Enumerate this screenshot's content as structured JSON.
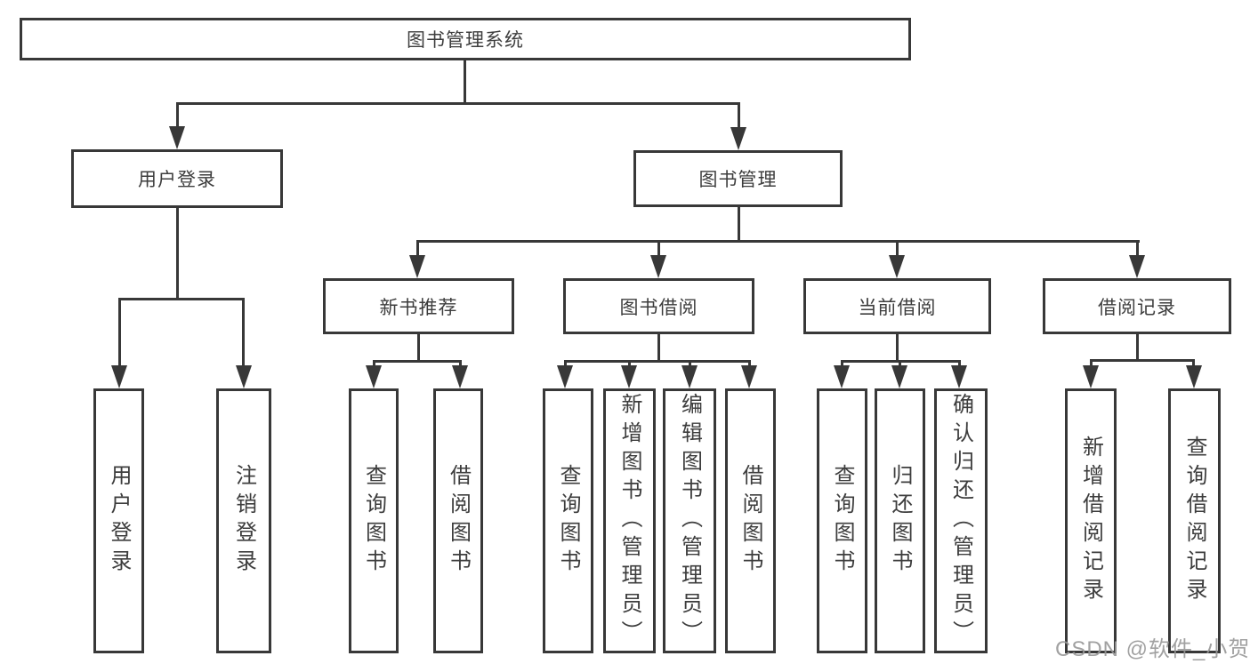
{
  "diagram": {
    "title_node": {
      "label": "图书管理系统"
    },
    "level2": [
      {
        "id": "user-login",
        "label": "用户登录"
      },
      {
        "id": "book-management",
        "label": "图书管理"
      }
    ],
    "level3": [
      {
        "id": "new-book-recommend",
        "label": "新书推荐"
      },
      {
        "id": "book-borrowing",
        "label": "图书借阅"
      },
      {
        "id": "current-borrowing",
        "label": "当前借阅"
      },
      {
        "id": "borrowing-records",
        "label": "借阅记录"
      }
    ],
    "leaves": [
      {
        "parent": "用户登录",
        "label": "用户登录"
      },
      {
        "parent": "用户登录",
        "label": "注销登录"
      },
      {
        "parent": "新书推荐",
        "label": "查询图书"
      },
      {
        "parent": "新书推荐",
        "label": "借阅图书"
      },
      {
        "parent": "图书借阅",
        "label": "查询图书"
      },
      {
        "parent": "图书借阅",
        "label": "新增图书（管理员）"
      },
      {
        "parent": "图书借阅",
        "label": "编辑图书（管理员）"
      },
      {
        "parent": "图书借阅",
        "label": "借阅图书"
      },
      {
        "parent": "当前借阅",
        "label": "查询图书"
      },
      {
        "parent": "当前借阅",
        "label": "归还图书"
      },
      {
        "parent": "当前借阅",
        "label": "确认归还（管理员）"
      },
      {
        "parent": "借阅记录",
        "label": "新增借阅记录"
      },
      {
        "parent": "借阅记录",
        "label": "查询借阅记录"
      }
    ],
    "watermark": "CSDN @软件_小贺同学",
    "colors": {
      "line": "#383838",
      "text": "#3d3d3d",
      "background": "#ffffff",
      "watermark": "#979797"
    }
  }
}
